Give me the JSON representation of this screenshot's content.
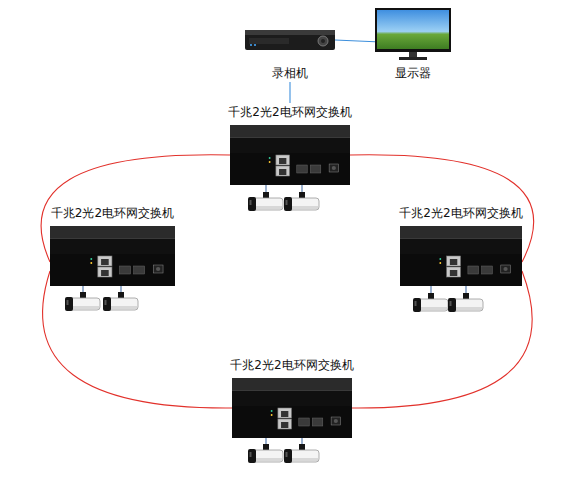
{
  "diagram": {
    "nodes": [
      {
        "text": [
          "录相机"
        ]
      },
      {
        "text": [
          "显示器"
        ]
      },
      {
        "text": [
          "千兆2光2电环网交换机"
        ]
      },
      {
        "text": [
          "千兆2光2电环网交换机"
        ]
      },
      {
        "text": [
          "千兆2光2电环网交换机"
        ]
      },
      {
        "text": [
          "千兆2光2电环网交换机"
        ]
      }
    ],
    "edges": [
      {
        "from": 0,
        "to": 1,
        "arrow": "none"
      },
      {
        "from": 0,
        "to": 2,
        "arrow": "none"
      },
      {
        "from": 2,
        "to": 3,
        "arrow": "none"
      },
      {
        "from": 2,
        "to": 4,
        "arrow": "none"
      },
      {
        "from": 4,
        "to": 5,
        "arrow": "none"
      },
      {
        "from": 5,
        "to": 3,
        "arrow": "none"
      }
    ]
  }
}
